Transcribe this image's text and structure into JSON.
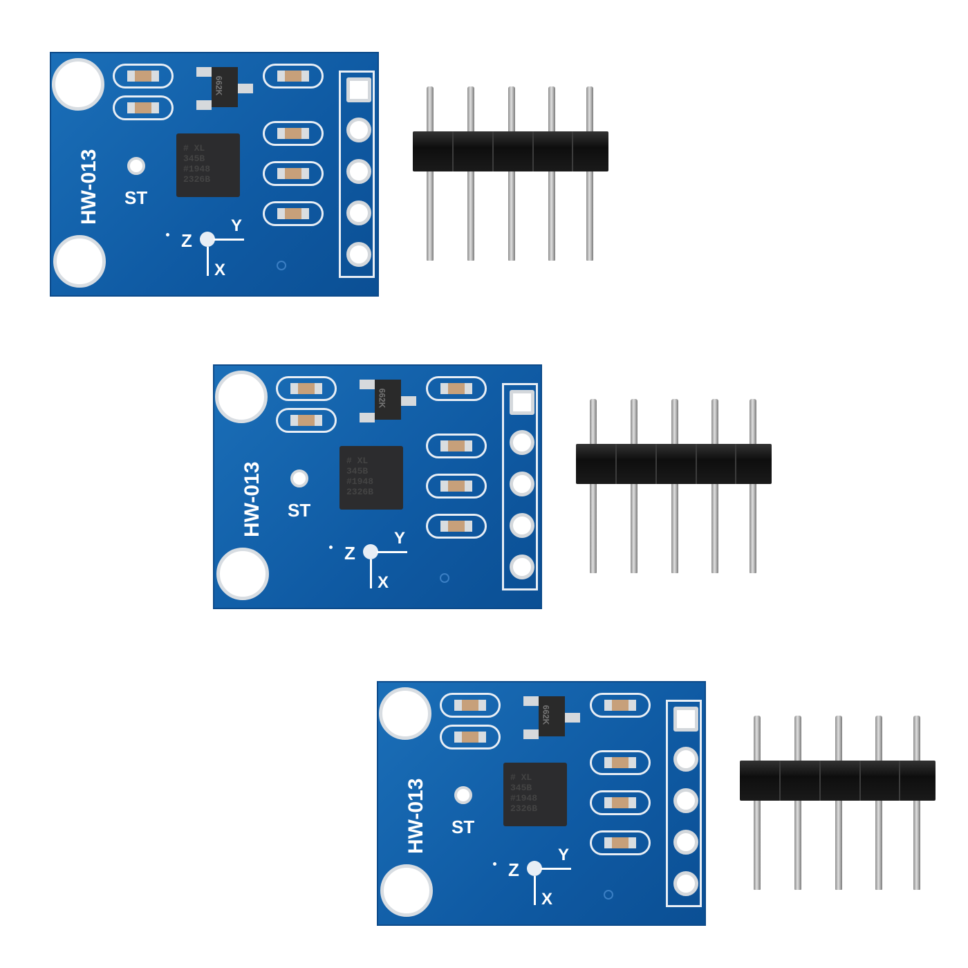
{
  "boards": [
    {
      "model": "HW-013",
      "self_test_label": "ST",
      "regulator_marking": "662K",
      "chip_lines": [
        "# XL",
        "345B",
        "#1948",
        "2326B"
      ],
      "axis_labels": {
        "z": "Z",
        "y": "Y",
        "x": "X"
      }
    },
    {
      "model": "HW-013",
      "self_test_label": "ST",
      "regulator_marking": "662K",
      "chip_lines": [
        "# XL",
        "345B",
        "#1948",
        "2326B"
      ],
      "axis_labels": {
        "z": "Z",
        "y": "Y",
        "x": "X"
      }
    },
    {
      "model": "HW-013",
      "self_test_label": "ST",
      "regulator_marking": "662K",
      "chip_lines": [
        "# XL",
        "345B",
        "#1948",
        "2326B"
      ],
      "axis_labels": {
        "z": "Z",
        "y": "Y",
        "x": "X"
      }
    }
  ],
  "colors": {
    "pcb": "#0f5aa3",
    "header": "#111111",
    "background": "#ffffff"
  }
}
